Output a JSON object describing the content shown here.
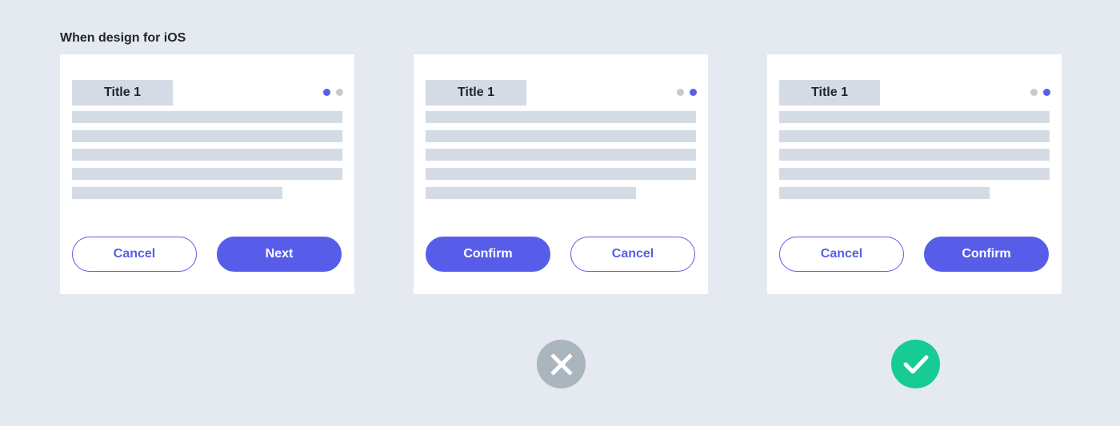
{
  "heading": "When design for iOS",
  "cards": [
    {
      "title": "Title 1",
      "active_dot": 0,
      "left_button": "Cancel",
      "right_button": "Next",
      "left_style": "outline",
      "right_style": "filled"
    },
    {
      "title": "Title 1",
      "active_dot": 1,
      "left_button": "Confirm",
      "right_button": "Cancel",
      "left_style": "filled",
      "right_style": "outline"
    },
    {
      "title": "Title 1",
      "active_dot": 1,
      "left_button": "Cancel",
      "right_button": "Confirm",
      "left_style": "outline",
      "right_style": "filled"
    }
  ],
  "verdicts": [
    {
      "card": 1,
      "icon": "cross-icon",
      "meaning": "incorrect",
      "color": "#aab5bd"
    },
    {
      "card": 2,
      "icon": "check-icon",
      "meaning": "correct",
      "color": "#16cc94"
    }
  ],
  "colors": {
    "background": "#e5e9f0",
    "accent": "#585de9",
    "placeholder": "#d4dbe4",
    "inactive_dot": "#c4cad2"
  }
}
